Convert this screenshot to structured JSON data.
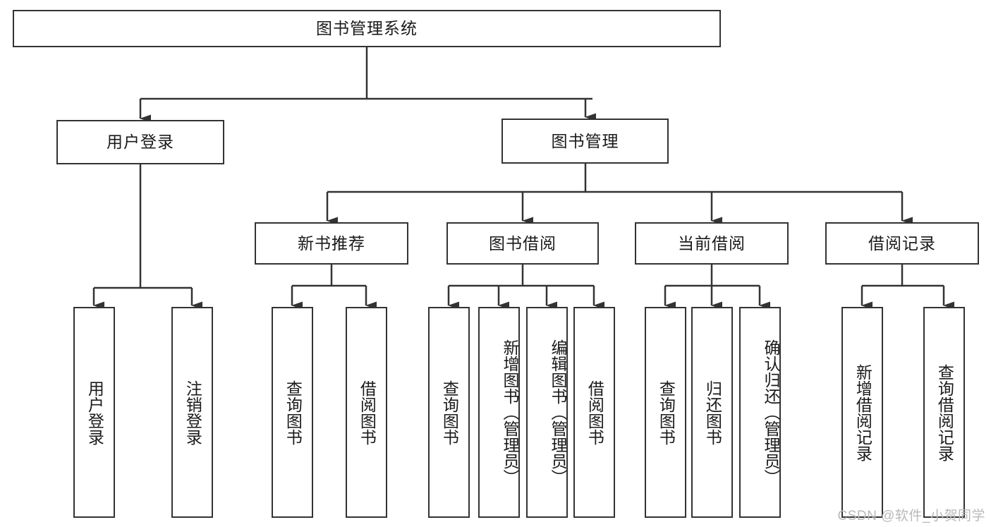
{
  "diagram": {
    "title": "图书管理系统",
    "type": "hierarchy-tree",
    "root": {
      "label": "图书管理系统"
    },
    "level2": [
      {
        "label": "用户登录"
      },
      {
        "label": "图书管理"
      }
    ],
    "level3": [
      {
        "label": "新书推荐"
      },
      {
        "label": "图书借阅"
      },
      {
        "label": "当前借阅"
      },
      {
        "label": "借阅记录"
      }
    ],
    "leaves_user_login": [
      {
        "label": "用户登录"
      },
      {
        "label": "注销登录"
      }
    ],
    "leaves_new_book": [
      {
        "label": "查询图书"
      },
      {
        "label": "借阅图书"
      }
    ],
    "leaves_borrow": [
      {
        "label": "查询图书"
      },
      {
        "label": "新增图书（管理员）"
      },
      {
        "label": "编辑图书（管理员）"
      },
      {
        "label": "借阅图书"
      }
    ],
    "leaves_current": [
      {
        "label": "查询图书"
      },
      {
        "label": "归还图书"
      },
      {
        "label": "确认归还（管理员）"
      }
    ],
    "leaves_records": [
      {
        "label": "新增借阅记录"
      },
      {
        "label": "查询借阅记录"
      }
    ]
  },
  "watermark": {
    "text": "CSDN @软件_小贺同学"
  },
  "colors": {
    "stroke": "#333333",
    "fill": "#ffffff",
    "text": "#1a1a1a",
    "watermark": "#b9b9b9"
  }
}
